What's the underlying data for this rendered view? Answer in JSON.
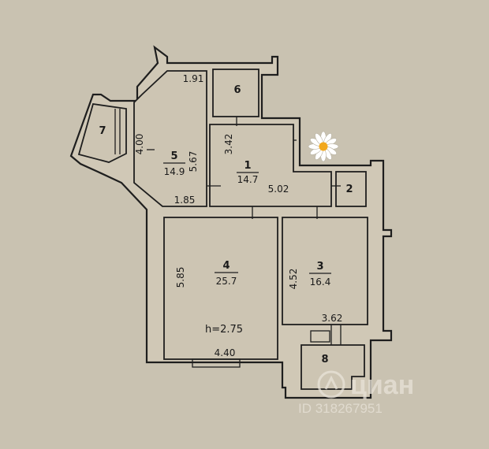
{
  "rooms": [
    {
      "id": "1",
      "area": "14.7"
    },
    {
      "id": "2"
    },
    {
      "id": "3",
      "area": "16.4"
    },
    {
      "id": "4",
      "area": "25.7"
    },
    {
      "id": "5",
      "area": "14.9"
    },
    {
      "id": "6"
    },
    {
      "id": "7"
    },
    {
      "id": "8"
    }
  ],
  "dimensions": {
    "r6_top": "1.91",
    "r5_left": "4.00",
    "r5_right": "5.67",
    "r5_bottom": "1.85",
    "r1_left": "3.42",
    "r1_bottom": "5.02",
    "r4_left": "5.85",
    "r4_bottom": "4.40",
    "r3_left": "4.52",
    "r3_bottom": "3.62"
  },
  "ceiling_height": "h=2.75",
  "watermark": {
    "brand": "циан",
    "id_text": "ID 318267951"
  },
  "icons": {
    "flower": "daisy-icon",
    "logo": "cian-logo-icon"
  },
  "colors": {
    "paper": "#c9c2b1",
    "line": "#1e1e1e",
    "flower_center": "#f2a81d"
  }
}
